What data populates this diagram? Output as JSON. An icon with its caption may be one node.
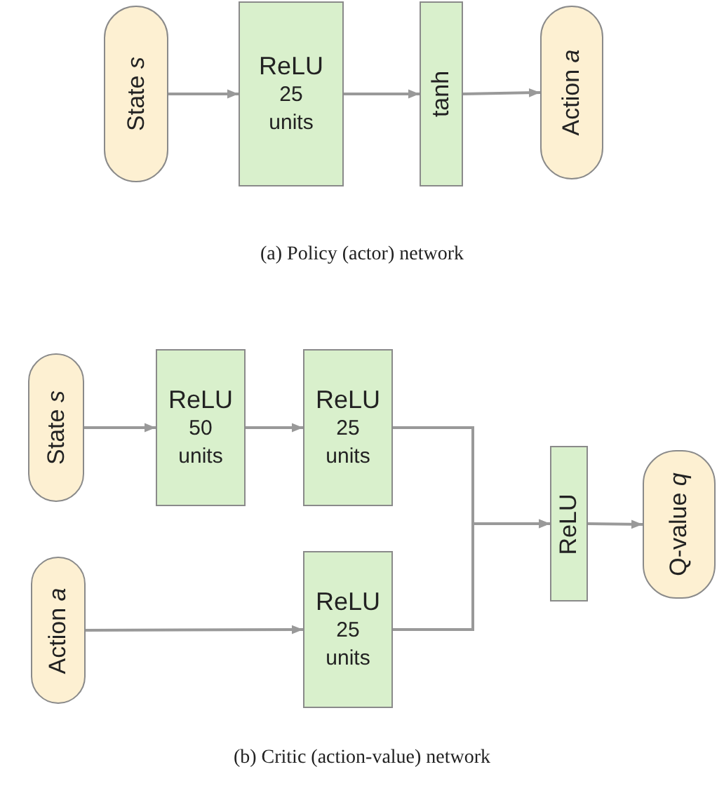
{
  "diagram": {
    "nodes": [
      {
        "text": [
          "State *s*"
        ]
      },
      {
        "text": [
          "ReLU",
          "25 units"
        ]
      },
      {
        "text": [
          "tanh"
        ]
      },
      {
        "text": [
          "Action *a*"
        ]
      },
      {
        "text": [
          "State *s*"
        ]
      },
      {
        "text": [
          "ReLU",
          "50 units"
        ]
      },
      {
        "text": [
          "ReLU",
          "25 units"
        ]
      },
      {
        "text": [
          "Action *a*"
        ]
      },
      {
        "text": [
          "ReLU",
          "25 units"
        ]
      },
      {
        "text": [
          "ReLU"
        ]
      },
      {
        "text": [
          "Q-value *q*"
        ]
      }
    ],
    "edges": [
      {
        "from": 0,
        "to": 1,
        "arrow": "to"
      },
      {
        "from": 1,
        "to": 2,
        "arrow": "to"
      },
      {
        "from": 2,
        "to": 3,
        "arrow": "to"
      },
      {
        "from": 4,
        "to": 5,
        "arrow": "to"
      },
      {
        "from": 5,
        "to": 6,
        "arrow": "to"
      },
      {
        "from": 6,
        "to": 9,
        "arrow": "to"
      },
      {
        "from": 7,
        "to": 8,
        "arrow": "to"
      },
      {
        "from": 8,
        "to": 9,
        "arrow": "to"
      },
      {
        "from": 9,
        "to": 10,
        "arrow": "to"
      }
    ],
    "labels": [
      "(a) Policy (actor) network",
      "(b) Critic (action-value) network"
    ]
  }
}
